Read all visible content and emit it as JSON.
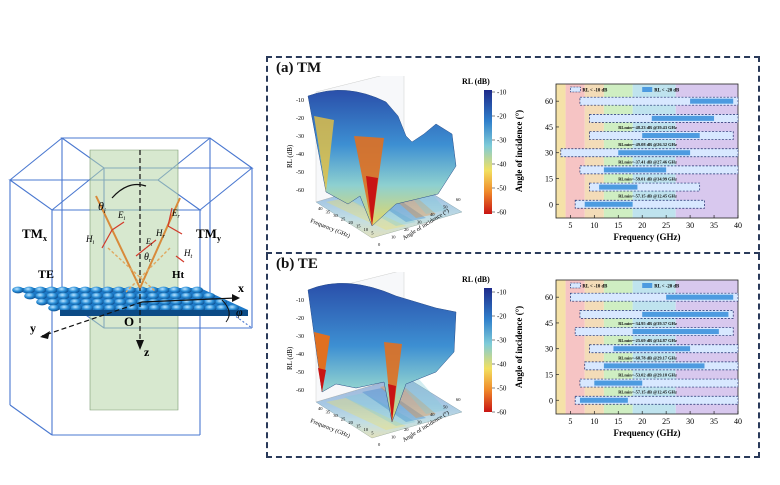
{
  "schematic": {
    "tm_x": "TM",
    "tm_x_sub": "x",
    "tm_y": "TM",
    "tm_y_sub": "y",
    "te": "TE",
    "theta_i": "θ",
    "theta_i_sub": "i",
    "theta_r": "θ",
    "theta_r_sub": "r",
    "e_i": "E",
    "e_i_sub": "i",
    "h_i": "H",
    "h_i_sub": "i",
    "e_r": "E",
    "e_r_sub": "r",
    "h_r": "H",
    "h_r_sub": "r",
    "e_t": "E",
    "e_t_sub": "t",
    "h_t": "H",
    "h_t_sub": "t",
    "ht": "Ht",
    "axis_x": "x",
    "axis_y": "y",
    "axis_z": "z",
    "origin": "O",
    "phi": "φ"
  },
  "panels": [
    {
      "label": "(a) TM",
      "surface": {
        "colorbar_title": "RL (dB)",
        "colorbar_ticks": [
          "-10",
          "-20",
          "-30",
          "-40",
          "-50",
          "-60"
        ],
        "z_label": "RL (dB)",
        "z_ticks": [
          "-10",
          "-20",
          "-30",
          "-40",
          "-50",
          "-60"
        ],
        "x_label": "Frequency (GHz)",
        "y_label": "Angle of incidence (°)",
        "x_ticks": [
          "40",
          "35",
          "30",
          "25",
          "20",
          "15",
          "10",
          "5"
        ],
        "y_ticks": [
          "0",
          "10",
          "20",
          "30",
          "40",
          "50",
          "60"
        ]
      },
      "band_chart": {
        "ylabel": "Angle of incidence (°)",
        "xlabel": "Frequency (GHz)",
        "x_ticks": [
          "5",
          "10",
          "15",
          "20",
          "25",
          "30",
          "35",
          "40"
        ],
        "y_ticks": [
          "60",
          "45",
          "30",
          "15",
          "0"
        ],
        "legend": [
          "RL < -10 dB",
          "RL < -20 dB"
        ],
        "annotations": [
          "RLmin=-48.23 dB @39.43 GHz",
          "RLmin=-49.08 dB @26.32 GHz",
          "RLmin=-37.41 dB @27.46 GHz",
          "RLmin=-59.01 dB @34.99 GHz",
          "RLmin=-57.15 dB @12.45 GHz"
        ]
      }
    },
    {
      "label": "(b) TE",
      "surface": {
        "colorbar_title": "RL (dB)",
        "colorbar_ticks": [
          "-10",
          "-20",
          "-30",
          "-40",
          "-50",
          "-60"
        ],
        "z_label": "RL (dB)",
        "z_ticks": [
          "-10",
          "-20",
          "-30",
          "-40",
          "-50",
          "-60"
        ],
        "x_label": "Frequency (GHz)",
        "y_label": "Angle of incidence (°)",
        "x_ticks": [
          "40",
          "35",
          "30",
          "25",
          "20",
          "15",
          "10",
          "5"
        ],
        "y_ticks": [
          "0",
          "10",
          "20",
          "30",
          "40",
          "50",
          "60"
        ]
      },
      "band_chart": {
        "ylabel": "Angle of incidence (°)",
        "xlabel": "Frequency (GHz)",
        "x_ticks": [
          "5",
          "10",
          "15",
          "20",
          "25",
          "30",
          "35",
          "40"
        ],
        "y_ticks": [
          "60",
          "45",
          "30",
          "15",
          "0"
        ],
        "legend": [
          "RL < -10 dB",
          "RL < -20 dB"
        ],
        "annotations": [
          "RLmin=-34.95 dB @39.37 GHz",
          "RLmin=-25.69 dB @34.87 GHz",
          "RLmin=-68.78 dB @29.17 GHz",
          "RLmin=-53.02 dB @29.18 GHz",
          "RLmin=-57.15 dB @12.45 GHz"
        ]
      }
    }
  ],
  "chart_data": [
    {
      "type": "bar",
      "title": "(a) TM",
      "xlabel": "Frequency (GHz)",
      "ylabel": "Angle of incidence (°)",
      "xlim": [
        2,
        40
      ],
      "ylim": [
        -8,
        70
      ],
      "series": [
        {
          "name": "RL < -10 dB",
          "angles": [
            0,
            10,
            20,
            30,
            40,
            50,
            60
          ],
          "ranges": [
            [
              6,
              33
            ],
            [
              9,
              32
            ],
            [
              7,
              40
            ],
            [
              3,
              40
            ],
            [
              9,
              39
            ],
            [
              9,
              40
            ],
            [
              7,
              40
            ]
          ]
        },
        {
          "name": "RL < -20 dB",
          "angles": [
            0,
            10,
            20,
            30,
            40,
            50,
            60
          ],
          "ranges": [
            [
              8,
              18
            ],
            [
              11,
              19
            ],
            [
              12,
              25
            ],
            [
              15,
              30
            ],
            [
              20,
              32
            ],
            [
              22,
              35
            ],
            [
              30,
              39
            ]
          ]
        }
      ],
      "minima": [
        {
          "angle": 0,
          "rl": -57.15,
          "freq": 12.45
        },
        {
          "angle": 10,
          "rl": -59.01,
          "freq": 34.99
        },
        {
          "angle": 20,
          "rl": -37.41,
          "freq": 27.46
        },
        {
          "angle": 30,
          "rl": -49.08,
          "freq": 26.32
        },
        {
          "angle": 40,
          "rl": -48.23,
          "freq": 39.43
        }
      ],
      "region_colors": [
        "#f5e2a8",
        "#f6c4c4",
        "#f3dcb8",
        "#cfeec2",
        "#bfe3ee",
        "#d8c8ee"
      ],
      "region_bounds": [
        2,
        4,
        8,
        12,
        18,
        27,
        40
      ]
    },
    {
      "type": "bar",
      "title": "(b) TE",
      "xlabel": "Frequency (GHz)",
      "ylabel": "Angle of incidence (°)",
      "xlim": [
        2,
        40
      ],
      "ylim": [
        -8,
        70
      ],
      "series": [
        {
          "name": "RL < -10 dB",
          "angles": [
            0,
            10,
            20,
            30,
            40,
            50,
            60
          ],
          "ranges": [
            [
              6,
              40
            ],
            [
              7,
              40
            ],
            [
              8,
              40
            ],
            [
              9,
              40
            ],
            [
              6,
              39
            ],
            [
              7,
              39
            ],
            [
              5,
              40
            ]
          ]
        },
        {
          "name": "RL < -20 dB",
          "angles": [
            0,
            10,
            20,
            30,
            40,
            50,
            60
          ],
          "ranges": [
            [
              7,
              17
            ],
            [
              10,
              20
            ],
            [
              12,
              33
            ],
            [
              14,
              30
            ],
            [
              18,
              36
            ],
            [
              20,
              38
            ],
            [
              25,
              39
            ]
          ]
        }
      ],
      "minima": [
        {
          "angle": 0,
          "rl": -57.15,
          "freq": 12.45
        },
        {
          "angle": 10,
          "rl": -53.02,
          "freq": 29.18
        },
        {
          "angle": 20,
          "rl": -68.78,
          "freq": 29.17
        },
        {
          "angle": 30,
          "rl": -25.69,
          "freq": 34.87
        },
        {
          "angle": 40,
          "rl": -34.95,
          "freq": 39.37
        }
      ],
      "region_colors": [
        "#f5e2a8",
        "#f6c4c4",
        "#f3dcb8",
        "#cfeec2",
        "#bfe3ee",
        "#d8c8ee"
      ],
      "region_bounds": [
        2,
        4,
        8,
        12,
        18,
        27,
        40
      ]
    }
  ]
}
